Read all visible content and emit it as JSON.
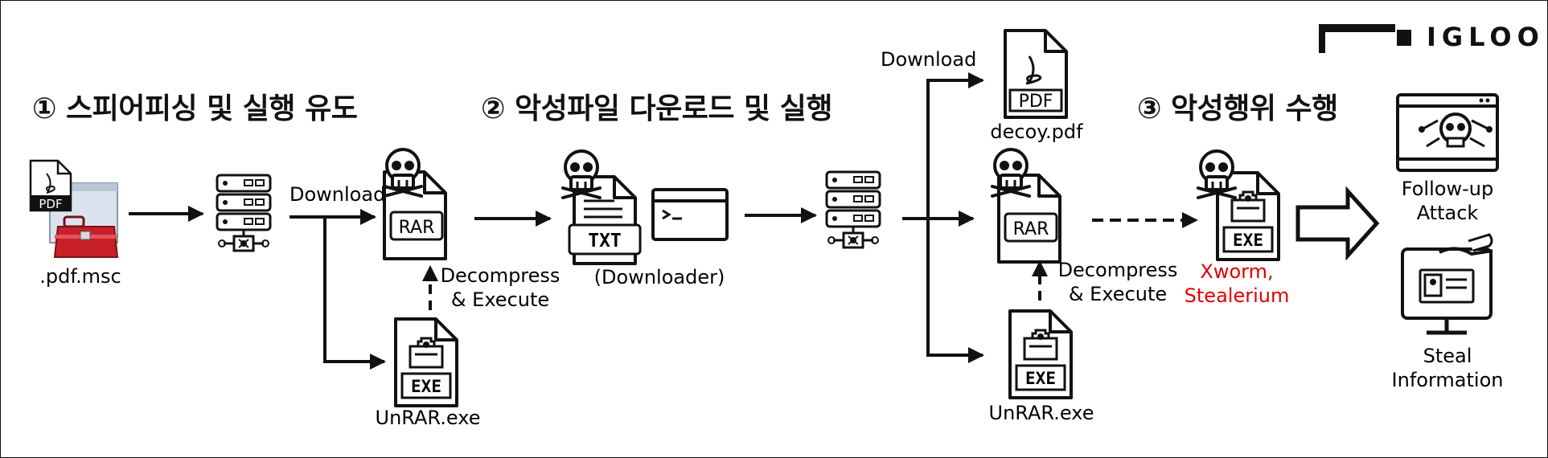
{
  "logo": {
    "text": "IGLOO"
  },
  "stages": [
    {
      "title": "① 스피어피싱 및 실행 유도"
    },
    {
      "title": "② 악성파일 다운로드 및 실행"
    },
    {
      "title": "③ 악성행위 수행"
    }
  ],
  "labels": {
    "pdf_msc": ".pdf.msc",
    "pdf_icon_text": "PDF",
    "download_1": "Download",
    "rar_1": "RAR",
    "exe_1": "EXE",
    "unrar_1": "UnRAR.exe",
    "decompress_1a": "Decompress",
    "decompress_1b": "& Execute",
    "txt": "TXT",
    "downloader": "(Downloader)",
    "download_2": "Download",
    "decoy_pdf_text": "PDF",
    "decoy": "decoy.pdf",
    "rar_2": "RAR",
    "exe_2": "EXE",
    "unrar_2": "UnRAR.exe",
    "decompress_2a": "Decompress",
    "decompress_2b": "& Execute",
    "exe_3": "EXE",
    "malware_a": "Xworm,",
    "malware_b": "Stealerium",
    "followup_a": "Follow-up",
    "followup_b": "Attack",
    "steal_a": "Steal",
    "steal_b": "Information"
  },
  "colors": {
    "ink": "#111111",
    "highlight": "#e00000",
    "toolbox": "#c8202a"
  }
}
